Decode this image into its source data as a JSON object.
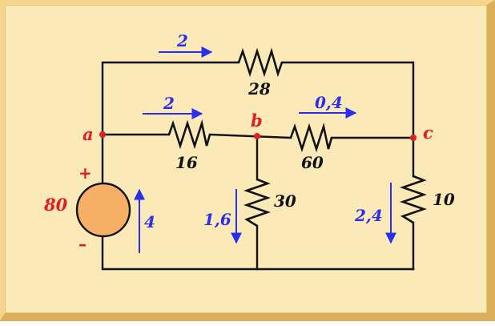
{
  "circuit": {
    "nodes": {
      "a": "a",
      "b": "b",
      "c": "c"
    },
    "source": {
      "value": "80",
      "plus": "+",
      "minus": "–",
      "current": "4",
      "fill_color": "#f7ae67"
    },
    "resistors": {
      "r28": "28",
      "r16": "16",
      "r60": "60",
      "r30": "30",
      "r10": "10"
    },
    "currents": {
      "i28": "2",
      "i16": "2",
      "i60": "0,4",
      "i30": "1,6",
      "i10": "2,4"
    },
    "colors": {
      "background": "#fbe9b7",
      "frame": "#dcae5a",
      "wire": "#111111",
      "current_arrow": "#2a2ef0",
      "node": "#e02020"
    }
  }
}
